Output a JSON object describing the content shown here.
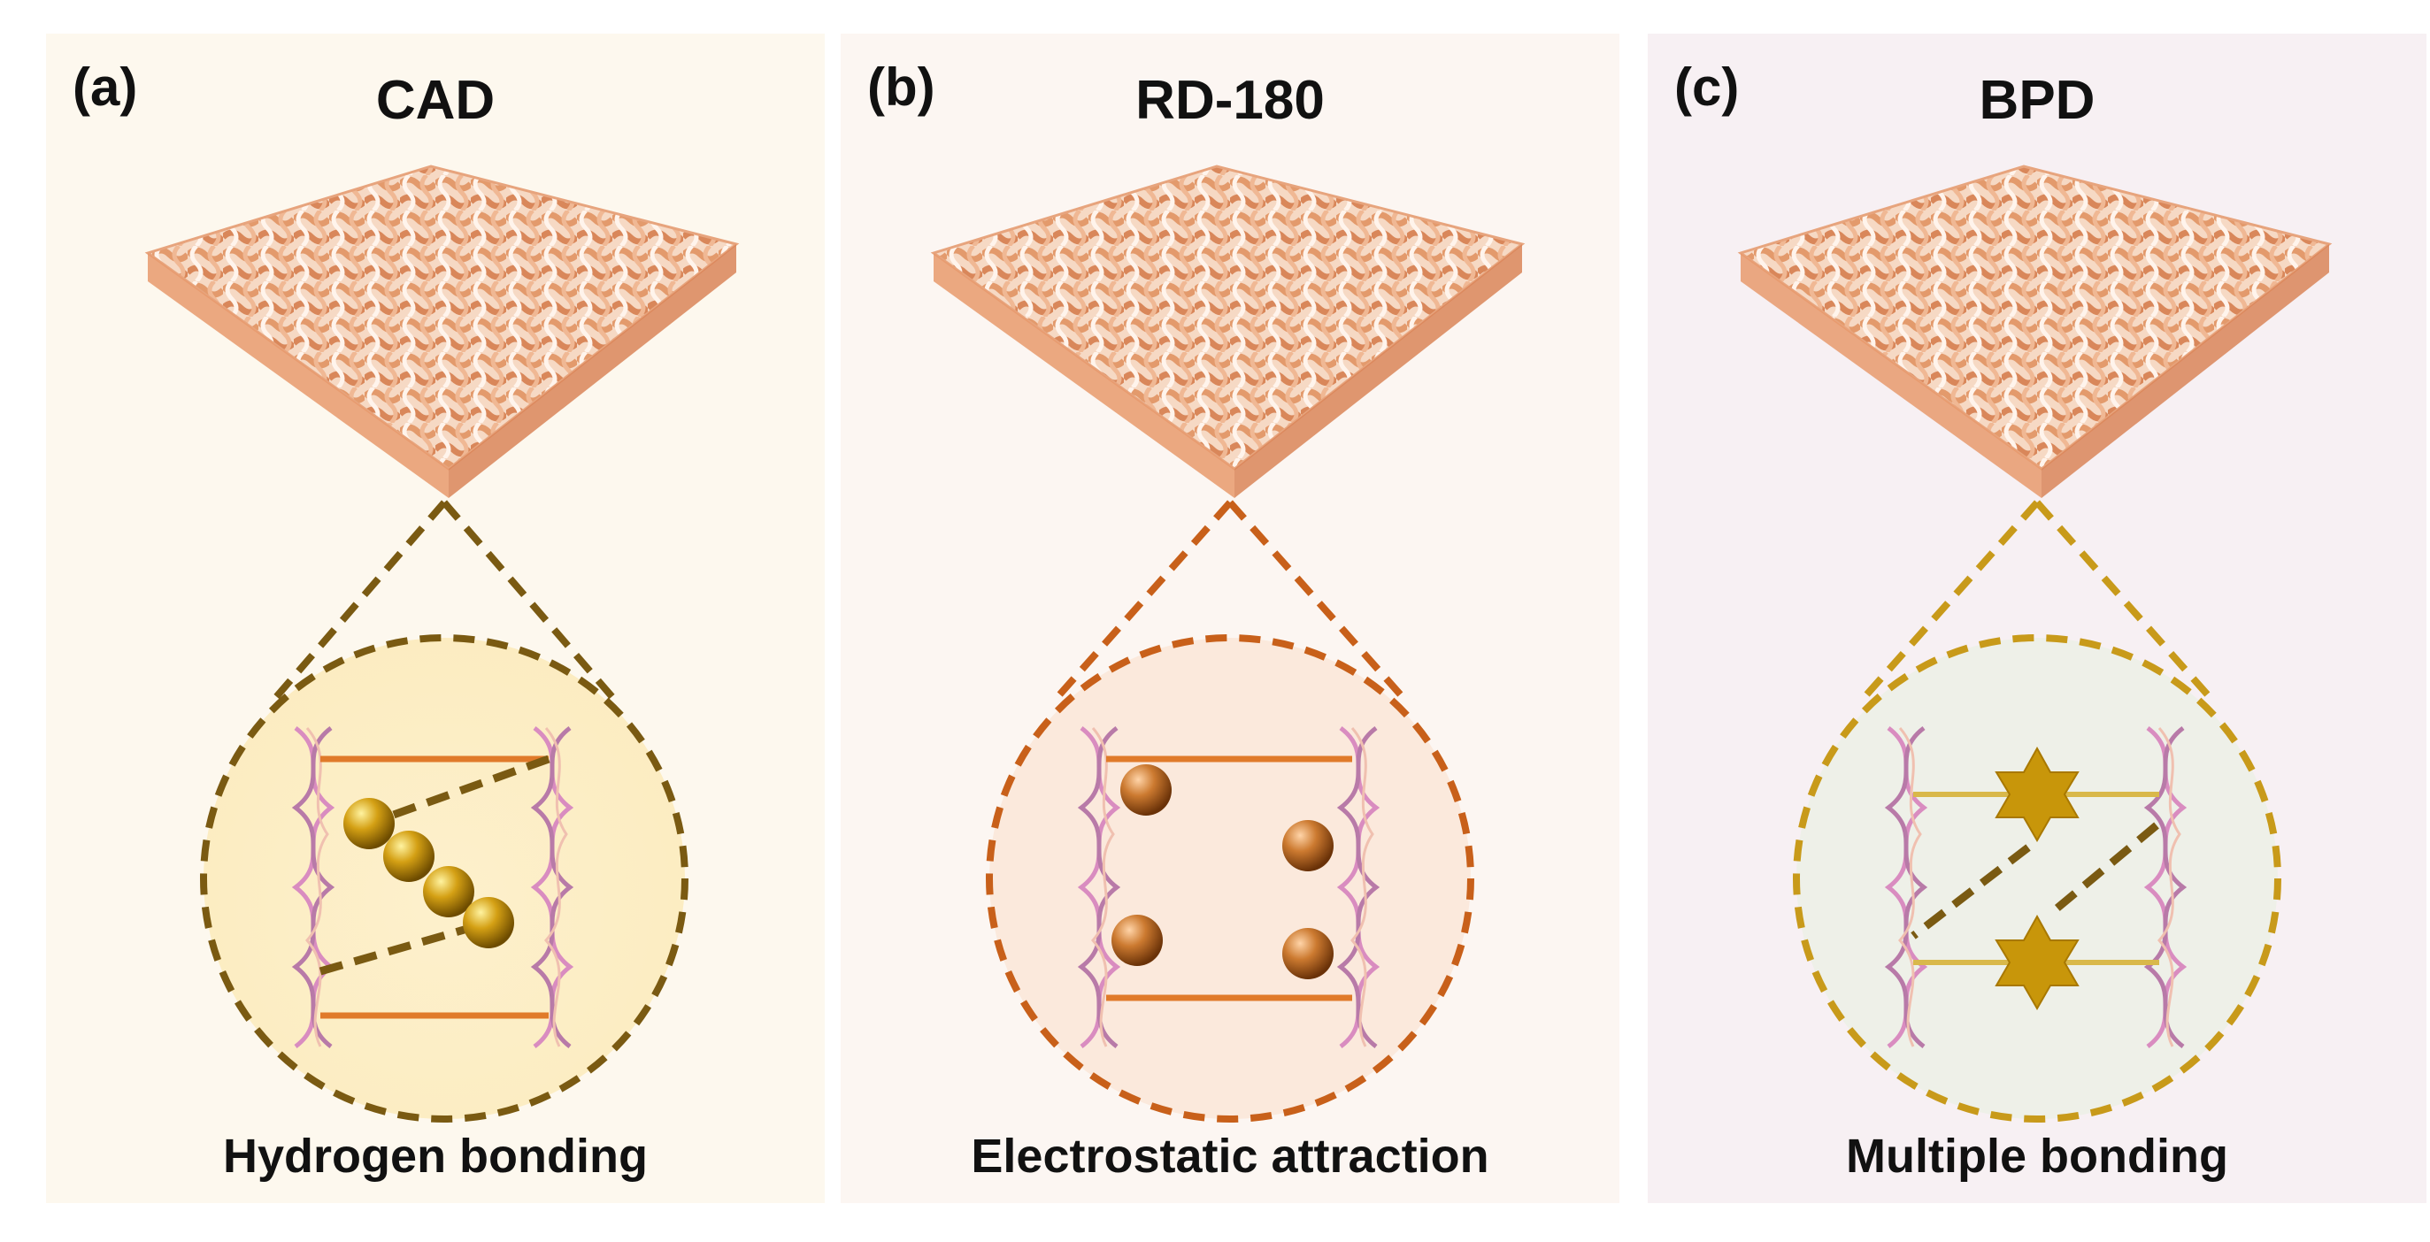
{
  "panels": [
    {
      "letter": "(a)",
      "title": "CAD",
      "caption": "Hydrogen bonding"
    },
    {
      "letter": "(b)",
      "title": "RD-180",
      "caption": "Electrostatic attraction"
    },
    {
      "letter": "(c)",
      "title": "BPD",
      "caption": "Multiple bonding"
    }
  ],
  "colors": {
    "panel_a_bg": "#fdf8ee",
    "panel_b_bg": "#fcf6f2",
    "panel_c_bg": "#f7f0f3",
    "panel_a_accent": "#7a5a12",
    "panel_b_accent": "#c8601a",
    "panel_c_accent": "#c89a1a",
    "fabric": "#e8a47a",
    "helix_pink": "#d98cc0",
    "bead_gold": "#c8960a",
    "bead_copper": "#c8702a"
  },
  "icons": [
    "woven-fabric-icon",
    "double-helix-icon",
    "gold-sphere-icon",
    "copper-sphere-icon",
    "star-icon"
  ]
}
